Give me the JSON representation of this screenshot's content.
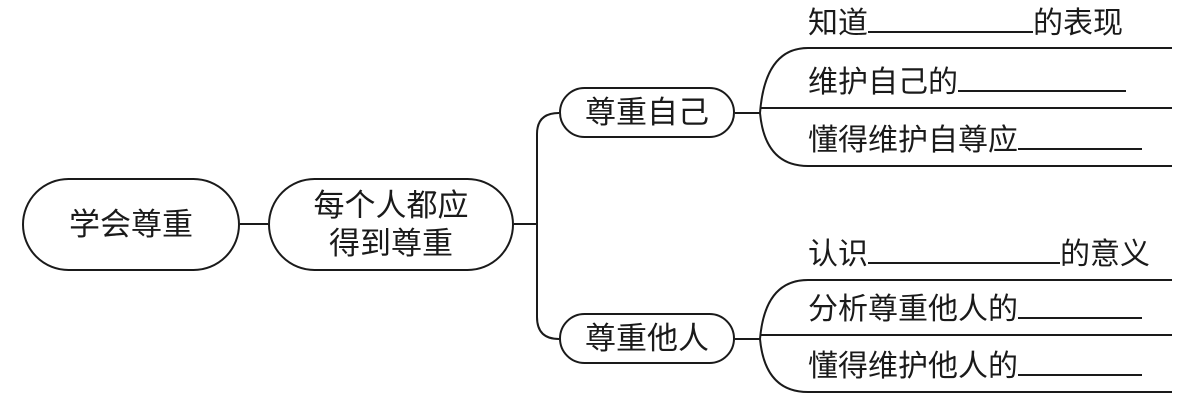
{
  "root": {
    "label": "学会尊重"
  },
  "main": {
    "label": "每个人都应\n得到尊重"
  },
  "branches": [
    {
      "label": "尊重自己",
      "leaves": [
        {
          "before": "知道",
          "after": "的表现"
        },
        {
          "before": "维护自己的",
          "after": ""
        },
        {
          "before": "懂得维护自尊应",
          "after": ""
        }
      ]
    },
    {
      "label": "尊重他人",
      "leaves": [
        {
          "before": "认识",
          "after": "的意义"
        },
        {
          "before": "分析尊重他人的",
          "after": ""
        },
        {
          "before": "懂得维护他人的",
          "after": ""
        }
      ]
    }
  ]
}
